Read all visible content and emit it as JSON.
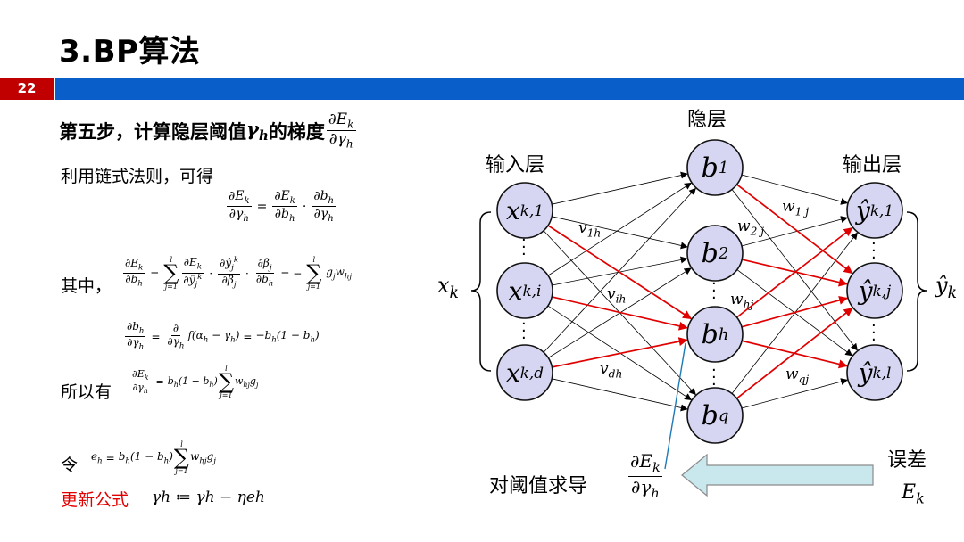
{
  "slide": {
    "title": "3.BP算法",
    "page_number": "22",
    "accent_red": "#c00000",
    "accent_blue": "#0a5ec9"
  },
  "left": {
    "step_heading": "第五步，计算隐层阈值",
    "step_heading_tail": "的梯度",
    "chain_rule_text": "利用链式法则，可得",
    "where_text": "其中，",
    "so_text": "所以有",
    "let_text": "令",
    "update_label": "更新公式",
    "update_formula": "γh ≔ γh − ηeh"
  },
  "network": {
    "hidden_label": "隐层",
    "input_label": "输入层",
    "output_label": "输出层",
    "input_vector_label": "x",
    "input_vector_sub": "k",
    "output_vector_label": "ŷ",
    "output_vector_sub": "k",
    "inputs": [
      {
        "base": "x",
        "sub": "k,1"
      },
      {
        "base": "x",
        "sub": "k,i"
      },
      {
        "base": "x",
        "sub": "k,d"
      }
    ],
    "hidden": [
      {
        "base": "b",
        "sub": "1"
      },
      {
        "base": "b",
        "sub": "2"
      },
      {
        "base": "b",
        "sub": "h"
      },
      {
        "base": "b",
        "sub": "q"
      }
    ],
    "outputs": [
      {
        "base": "ŷ",
        "sub": "k,1"
      },
      {
        "base": "ŷ",
        "sub": "k,j"
      },
      {
        "base": "ŷ",
        "sub": "k,l"
      }
    ],
    "weights_v": [
      "v1h",
      "vih",
      "vdh"
    ],
    "weights_w": [
      "w1j",
      "w2j",
      "whj",
      "wqj"
    ],
    "error_label": "误差",
    "error_symbol": "E",
    "error_sub": "k",
    "derivative_label": "对阈值求导",
    "node_fill": "#d6d6f2",
    "highlight_color": "#e00000",
    "arrow_fill": "#c9e8ee"
  }
}
